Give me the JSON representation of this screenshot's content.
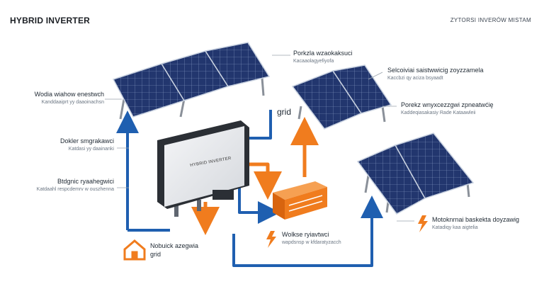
{
  "header": {
    "title": "HYBRID INVERTER",
    "corner_label": "ZYTORSI INVERÓW MISTAM"
  },
  "inverter_label": "HYBRID INVERTER",
  "grid_label": "grid",
  "labels": {
    "left_1": {
      "main": "Wodia wiahow enestwch",
      "sub": "Kanddaaiprt yy daaoinachsn"
    },
    "left_2": {
      "main": "Dokler smgrakawci",
      "sub": "Katdasi yy daainanki"
    },
    "left_3": {
      "main": "Btdgnic ryaahegwici",
      "sub": "Katdaahl respcdemrv w ouszhenna"
    },
    "top_center": {
      "main": "Porkzla wzaokaksuci",
      "sub": "Kacaaolagyefiyofa"
    },
    "right_1": {
      "main": "Selcoiviai saistwwicig zoyzzamela",
      "sub": "Kaccbzi qy aciza bsyaadt"
    },
    "right_2": {
      "main": "Porekz wnyxcezzgwi zpneatwćię",
      "sub": "Kaddeqiasakasiy Rade Kataawleii"
    },
    "right_3": {
      "main": "Motoknrnai baskekta doyzawig",
      "sub": "Katadiqy kaa aigtelia"
    },
    "bottom_center": {
      "main": "Wolkse ryiavtwci",
      "sub": "wapdsnsp w kfdaratyzacch"
    },
    "house": {
      "line1": "Nobuick azegwia",
      "line2": "grid"
    }
  },
  "colors": {
    "blue_line": "#1f5fb0",
    "orange": "#f07c1e",
    "panel": "#22366e",
    "inverter_body": "#e9ebee"
  }
}
